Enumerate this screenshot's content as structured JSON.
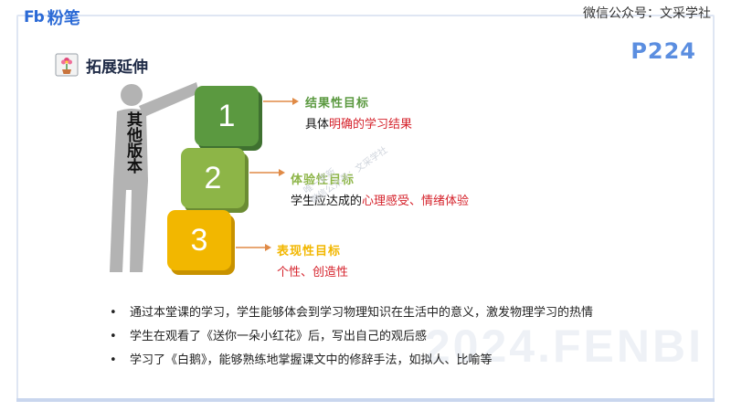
{
  "header": {
    "logo_mark": "Fb",
    "logo_text": "粉笔",
    "top_watermark": "微信公众号：文采学社",
    "page_number": "P224"
  },
  "section": {
    "title": "拓展延伸",
    "icon": "flower-pot-icon"
  },
  "figure": {
    "vertical_label": "其他版本",
    "blocks": [
      {
        "number": "1",
        "color": "#5b9940"
      },
      {
        "number": "2",
        "color": "#8db547"
      },
      {
        "number": "3",
        "color": "#f2b700"
      }
    ]
  },
  "goals": [
    {
      "label": "结果性目标",
      "label_color": "#5b9940",
      "desc_plain": "具体",
      "desc_highlight": "明确的学习结果",
      "desc_tail": ""
    },
    {
      "label": "体验性目标",
      "label_color": "#8db547",
      "desc_plain": "学生应达成的",
      "desc_highlight": "心理感受、情绪体验",
      "desc_tail": ""
    },
    {
      "label": "表现性目标",
      "label_color": "#f2b700",
      "desc_plain": "",
      "desc_highlight": "个性、创造性",
      "desc_tail": ""
    }
  ],
  "bullets": [
    "通过本堂课的学习，学生能够体会到学习物理知识在生活中的意义，激发物理学习的热情",
    "学生在观看了《送你一朵小红花》后，写出自己的观后感",
    "学习了《白鹅》，能够熟练地掌握课文中的修辞手法，如拟人、比喻等"
  ],
  "watermarks": {
    "diagonal_line1": "唯一更新",
    "diagonal_line2": "微信公众号：文采学社",
    "brand": "2024.FENBI"
  },
  "colors": {
    "accent_blue": "#2b6ad6",
    "highlight_red": "#d5222b",
    "page_number": "#5b8ee0"
  }
}
